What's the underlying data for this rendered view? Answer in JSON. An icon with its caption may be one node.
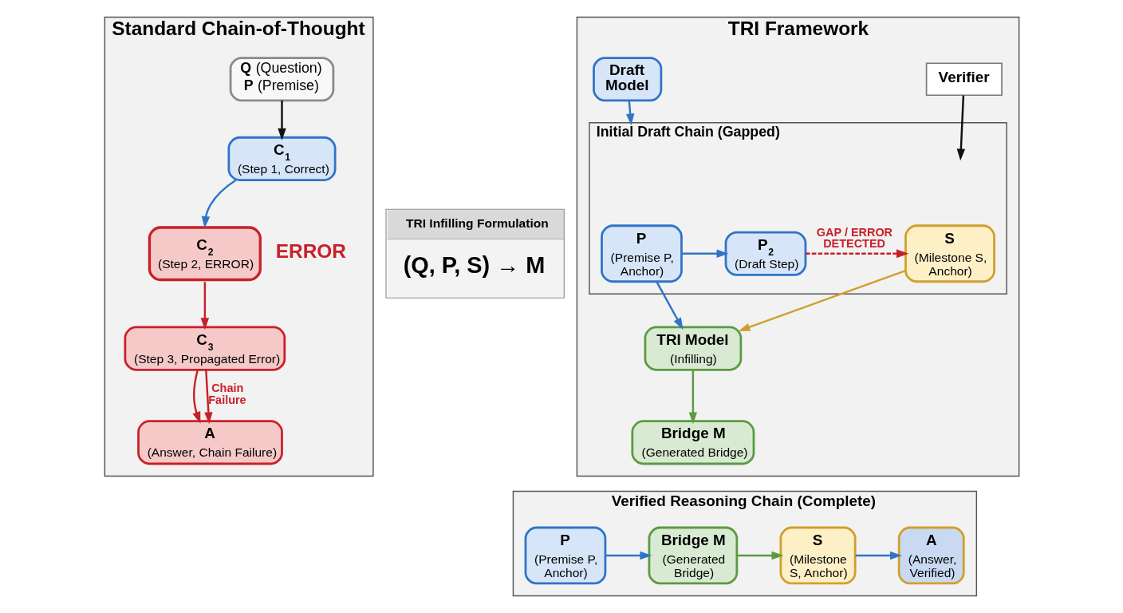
{
  "diagram": {
    "nodes": [
      {
        "text": [
          "Standard Chain-of-Thought"
        ]
      },
      {
        "text": [
          "**Q** (Question)",
          "**P** (Premise)"
        ],
        "in": 0
      },
      {
        "text": [
          "C$_{1}$",
          "(Step 1, Correct)"
        ],
        "in": 0
      },
      {
        "text": [
          "C$_{2}$",
          "(Step 2, ERROR)"
        ],
        "in": 0,
        "beside": [
          "ERROR"
        ]
      },
      {
        "text": [
          "C$_{3}$",
          "(Step 3, Propagated Error)"
        ],
        "in": 0
      },
      {
        "text": [
          "A",
          "(Answer, Chain Failure)"
        ],
        "in": 0
      },
      {
        "text": [
          "TRI Infilling Formulation",
          "(Q, P, S) → M"
        ]
      },
      {
        "text": [
          "TRI Framework"
        ]
      },
      {
        "text": [
          "Draft Model"
        ],
        "in": 7
      },
      {
        "text": [
          "Verifier"
        ],
        "in": 7
      },
      {
        "text": [
          "Initial Draft Chain (Gapped)"
        ],
        "in": 7
      },
      {
        "text": [
          "P",
          "(Premise P, Anchor)"
        ],
        "in": 10
      },
      {
        "text": [
          "P$_{2}$",
          "(Draft Step)"
        ],
        "in": 10
      },
      {
        "text": [
          "S",
          "(Milestone S, Anchor)"
        ],
        "in": 10
      },
      {
        "text": [
          "TRI Model",
          "(Infilling)"
        ],
        "in": 7
      },
      {
        "text": [
          "Bridge M",
          "(Generated Bridge)"
        ],
        "in": 7
      },
      {
        "text": [
          "Verified Reasoning Chain (Complete)"
        ]
      },
      {
        "text": [
          "P",
          "(Premise P, Anchor)"
        ],
        "in": 16
      },
      {
        "text": [
          "Bridge M",
          "(Generated Bridge)"
        ],
        "in": 16
      },
      {
        "text": [
          "S",
          "(Milestone S, Anchor)"
        ],
        "in": 16
      },
      {
        "text": [
          "A",
          "(Answer, Verified)"
        ],
        "in": 16
      }
    ],
    "edges": [
      {
        "from": 1,
        "to": 2,
        "arrow": "to",
        "color": "#111111"
      },
      {
        "from": 2,
        "to": 3,
        "arrow": "to"
      },
      {
        "from": 3,
        "to": 4,
        "arrow": "to",
        "color": "#c8202a"
      },
      {
        "from": 4,
        "to": 5,
        "arrow": "to",
        "color": "#c8202a"
      },
      {
        "from": 4,
        "to": 5,
        "arrow": "to",
        "label": "Chain Failure",
        "color": "#c8202a"
      },
      {
        "from": 8,
        "to": 10,
        "arrow": "to"
      },
      {
        "from": 11,
        "to": 12,
        "arrow": "to"
      },
      {
        "from": 12,
        "to": 13,
        "arrow": "to",
        "label": "GAP / ERROR DETECTED",
        "style": "dashed",
        "color": "#c8202a"
      },
      {
        "from": 9,
        "to": null,
        "arrow": "to",
        "color": "#111111"
      },
      {
        "from": 11,
        "to": 14,
        "arrow": "to"
      },
      {
        "from": 13,
        "to": 14,
        "arrow": "to",
        "color": "#d19f2e"
      },
      {
        "from": 14,
        "to": 15,
        "arrow": "to",
        "color": "#5b9a42"
      },
      {
        "from": 17,
        "to": 18,
        "arrow": "to"
      },
      {
        "from": 18,
        "to": 19,
        "arrow": "to",
        "color": "#5b9a42"
      },
      {
        "from": 19,
        "to": 20,
        "arrow": "to"
      }
    ]
  }
}
